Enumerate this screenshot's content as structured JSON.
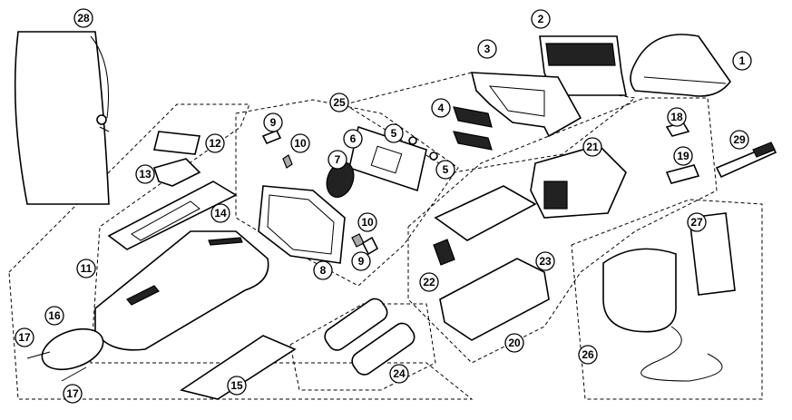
{
  "diagram": {
    "type": "exploded-parts-diagram",
    "callouts": [
      "28",
      "2",
      "1",
      "3",
      "4",
      "25",
      "9",
      "10",
      "6",
      "5",
      "5",
      "7",
      "12",
      "13",
      "14",
      "18",
      "29",
      "21",
      "19",
      "11",
      "10",
      "9",
      "8",
      "27",
      "22",
      "23",
      "20",
      "16",
      "17",
      "17",
      "15",
      "24",
      "26"
    ]
  }
}
